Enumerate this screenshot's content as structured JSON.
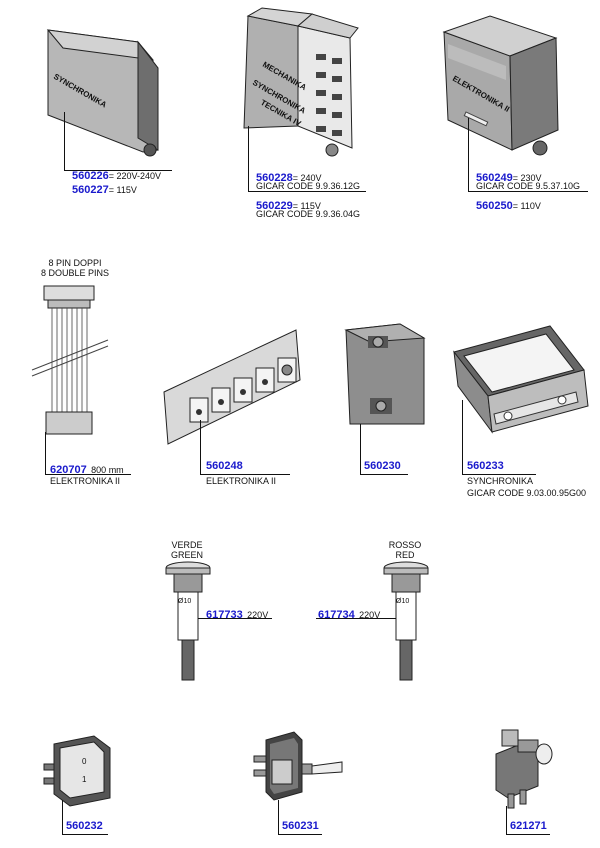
{
  "parts": {
    "synchronika_box": {
      "label": "SYNCHRONIKA",
      "code1": "560226",
      "spec1": "= 220V-240V",
      "code2": "560227",
      "spec2": "= 115V"
    },
    "mechanika_box": {
      "label_line1": "MECHANIKA",
      "label_line2": "SYNCHRONIKA",
      "label_line3": "TECNIKA IV",
      "code1": "560228",
      "spec1": "= 240V",
      "gicar1": "GICAR CODE 9.9.36.12G",
      "code2": "560229",
      "spec2": "= 115V",
      "gicar2": "GICAR CODE 9.9.36.04G"
    },
    "elektronika_box": {
      "label": "ELEKTRONIKA II",
      "code1": "560249",
      "spec1": "= 230V",
      "gicar1": "GICAR CODE 9.5.37.10G",
      "code2": "560250",
      "spec2": "= 110V"
    },
    "cable": {
      "note1": "8 PIN DOPPI",
      "note2": "8 DOUBLE PINS",
      "code": "620707",
      "spec": "800 mm",
      "desc": "ELEKTRONIKA II"
    },
    "keypad": {
      "code": "560248",
      "desc": "ELEKTRONIKA II"
    },
    "relay": {
      "code": "560230"
    },
    "display": {
      "code": "560233",
      "desc": "SYNCHRONIKA",
      "gicar": "GICAR CODE 9.03.00.95G00"
    },
    "lamp_green": {
      "color1": "VERDE",
      "color2": "GREEN",
      "dia": "Ø10",
      "code": "617733",
      "spec": "220V"
    },
    "lamp_red": {
      "color1": "ROSSO",
      "color2": "RED",
      "dia": "Ø10",
      "code": "617734",
      "spec": "220V"
    },
    "rocker_switch": {
      "code": "560232",
      "on": "0",
      "off": "1"
    },
    "toggle_switch": {
      "code": "560231"
    },
    "micro_switch": {
      "code": "621271"
    }
  },
  "colors": {
    "code_blue": "#1a1acc",
    "part_gray": "#8a8a8a"
  }
}
